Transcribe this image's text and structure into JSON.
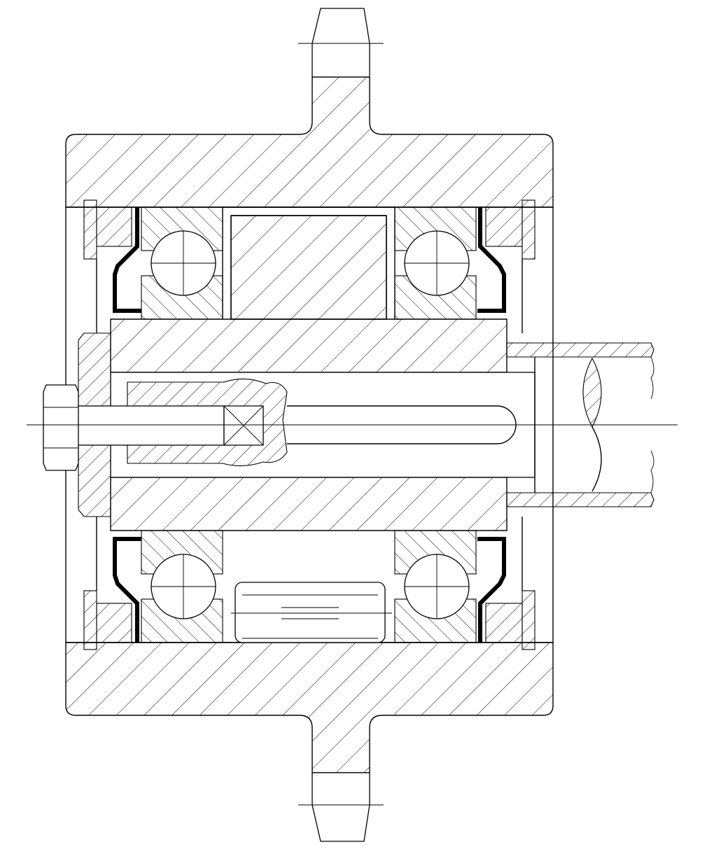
{
  "drawing": {
    "colors": {
      "line": "#000000",
      "background": "#ffffff"
    },
    "components": [
      "hub-housing",
      "sprocket-rim",
      "shaft",
      "ball-bearing-left-top",
      "ball-bearing-right-top",
      "ball-bearing-left-bottom",
      "ball-bearing-right-bottom",
      "lip-seal-left-top",
      "lip-seal-right-top",
      "lip-seal-left-bottom",
      "lip-seal-right-bottom",
      "inner-spacer-sleeve",
      "roller-spacer",
      "end-cap-left",
      "retaining-ring-left",
      "retaining-ring-right",
      "hex-bolt",
      "output-shaft-tube"
    ]
  }
}
